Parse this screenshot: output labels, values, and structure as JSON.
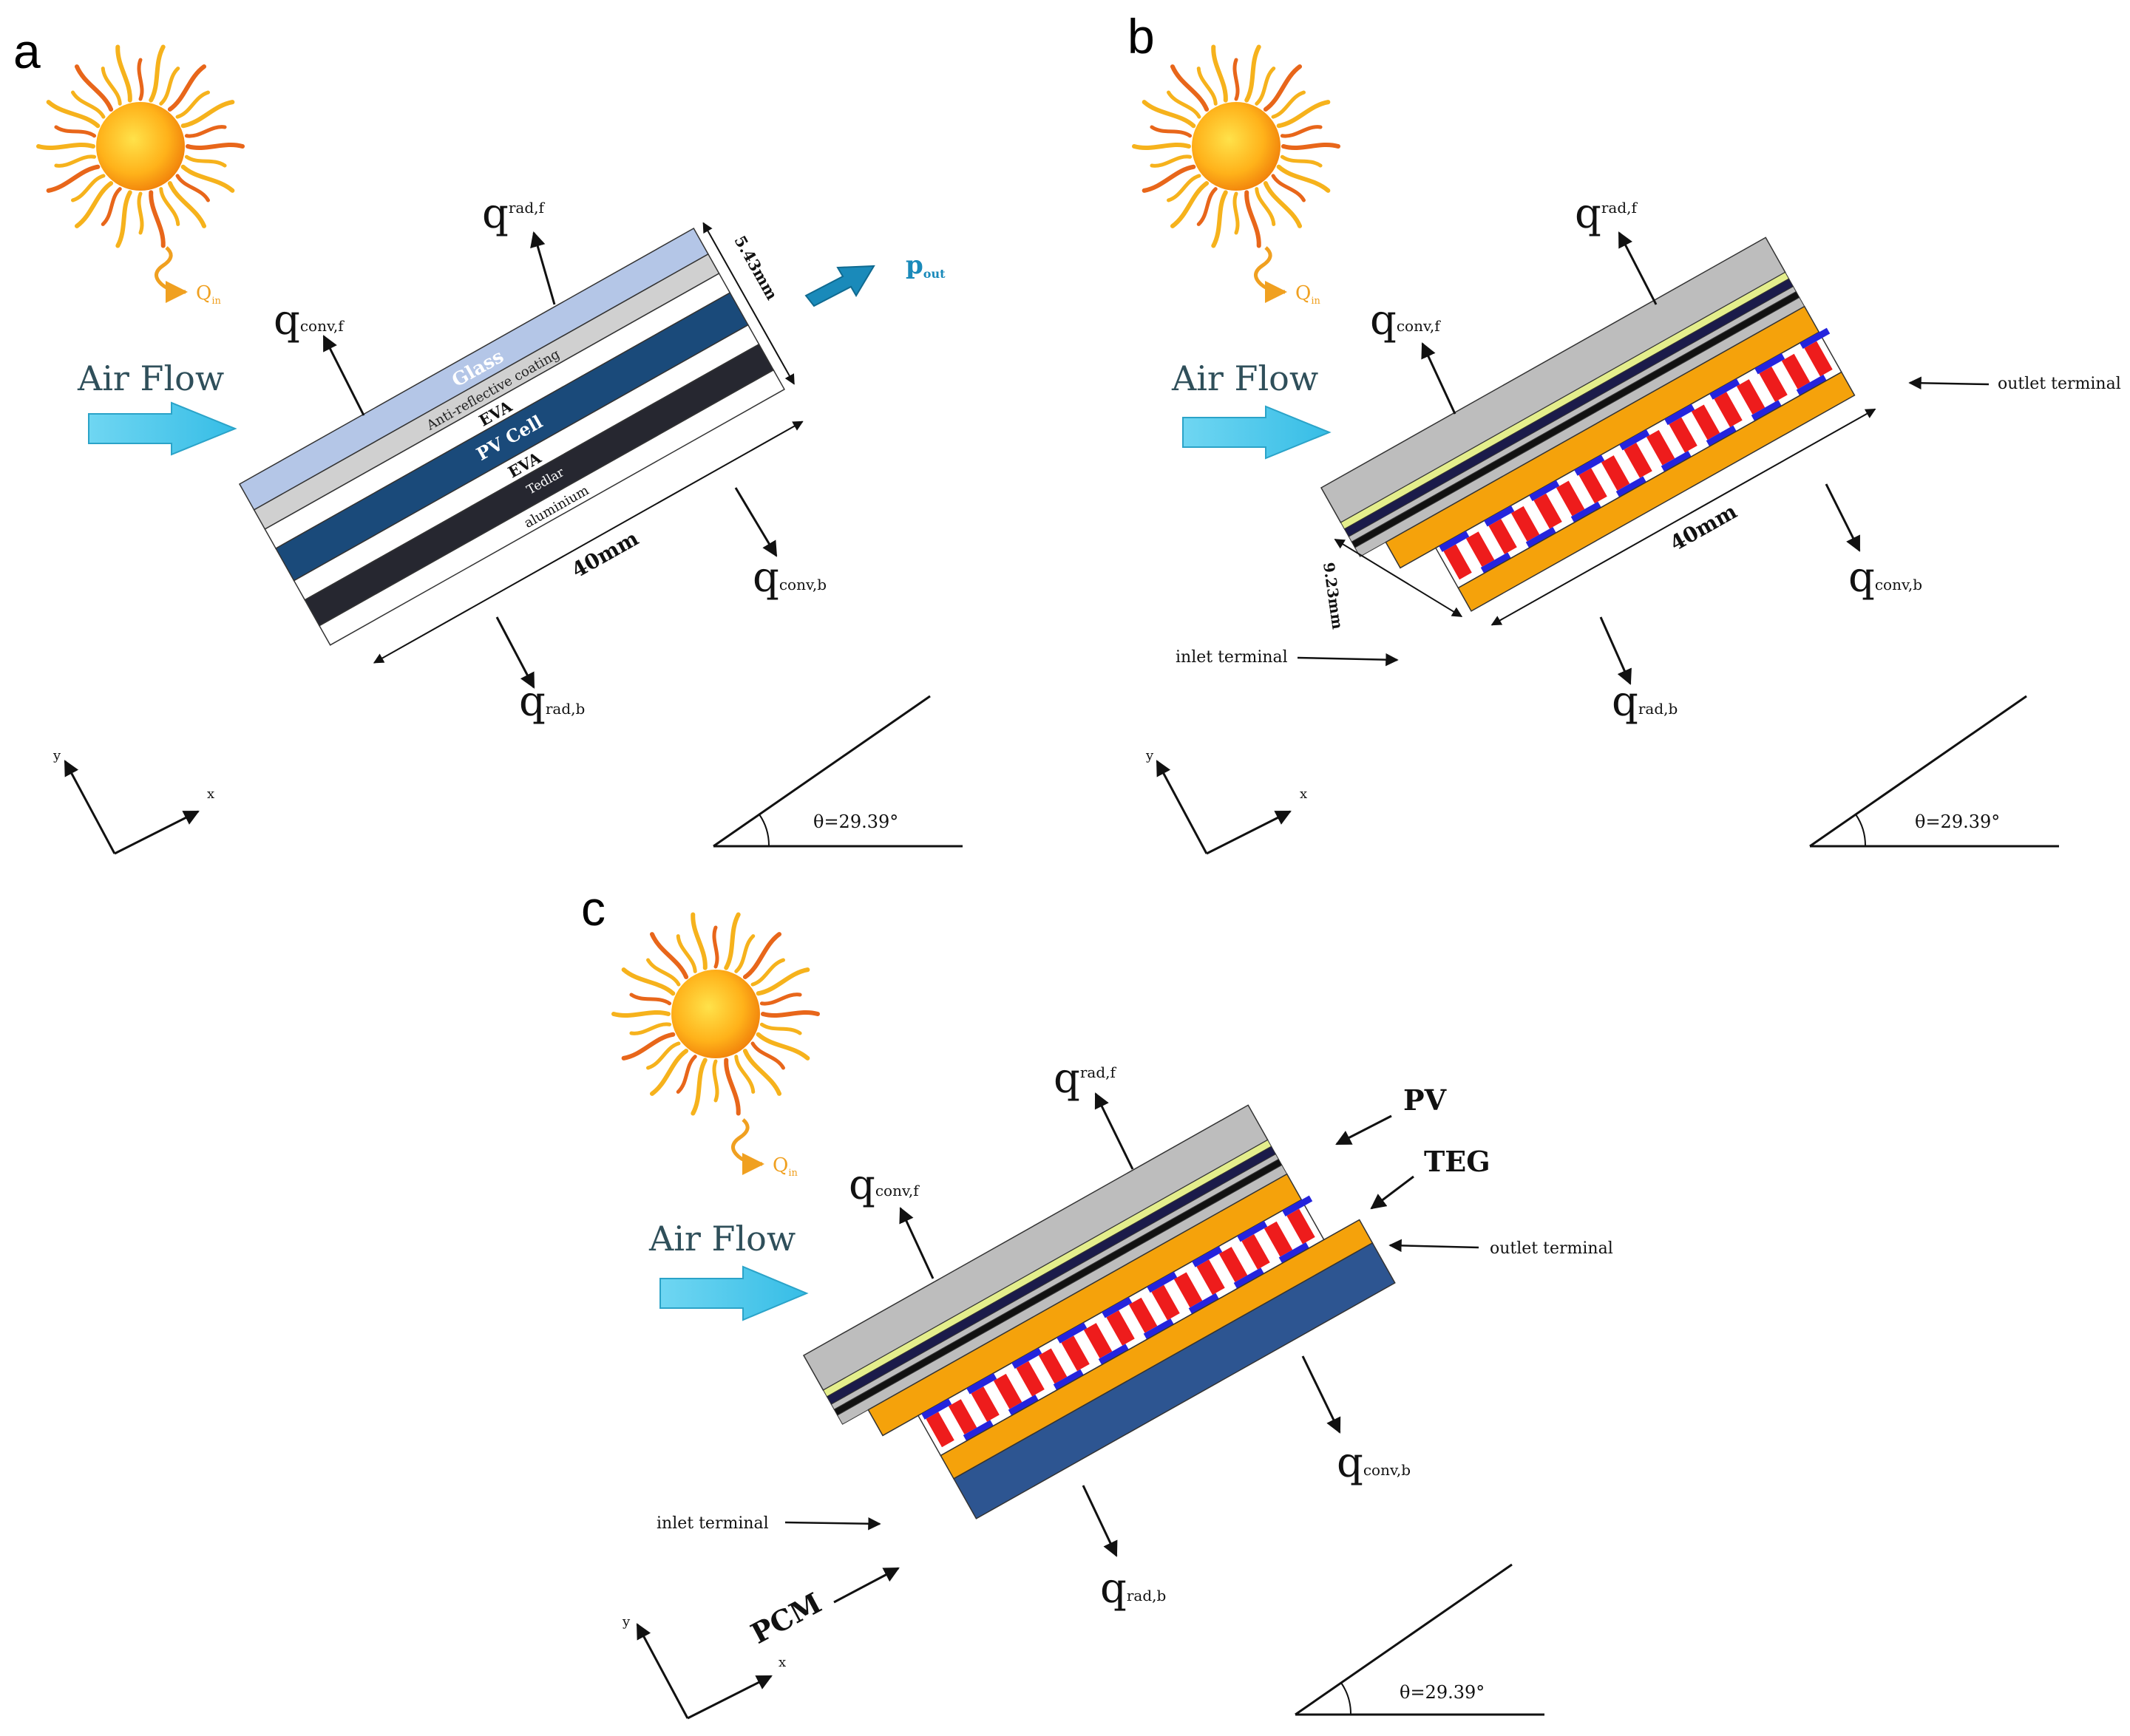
{
  "colors": {
    "glass": "#b4c6e7",
    "coating": "#d0d0d0",
    "eva": "#ffffff",
    "pv_cell": "#1a4a7a",
    "tedlar": "#262730",
    "aluminium": "#ffffff",
    "gray_layer": "#bdbdbd",
    "yellow_film": "#e4ee8c",
    "navy_film": "#1b1b4a",
    "orange": "#f5a20b",
    "teg_red": "#ee1c1c",
    "teg_blue": "#2424dd",
    "pcm": "#2d5591",
    "airflow_arrow": "#4cc9ea",
    "airflow_text": "#2f4f5a",
    "q_in": "#f0a020",
    "pout": "#1a8aba"
  },
  "panels": [
    {
      "letter": "a",
      "air_flow": "Air Flow",
      "q_in_symbol": "Q",
      "q_in_sub": "in",
      "q_rad_f": "q",
      "q_rad_f_sub": "rad,f",
      "q_conv_f": "q",
      "q_conv_f_sub": "conv,f",
      "q_conv_b": "q",
      "q_conv_b_sub": "conv,b",
      "q_rad_b": "q",
      "q_rad_b_sub": "rad,b",
      "p_out": "p",
      "p_out_sub": "out",
      "layers": [
        "Glass",
        "Anti-reflective coating",
        "EVA",
        "PV Cell",
        "EVA",
        "Tedlar",
        "aluminium"
      ],
      "length": "40mm",
      "thickness": "5.43mm",
      "axis_x": "x",
      "axis_y": "y",
      "angle": "θ=29.39°"
    },
    {
      "letter": "b",
      "air_flow": "Air Flow",
      "q_in_symbol": "Q",
      "q_in_sub": "in",
      "q_rad_f": "q",
      "q_rad_f_sub": "rad,f",
      "q_conv_f": "q",
      "q_conv_f_sub": "conv,f",
      "q_conv_b": "q",
      "q_conv_b_sub": "conv,b",
      "q_rad_b": "q",
      "q_rad_b_sub": "rad,b",
      "outlet": "outlet terminal",
      "inlet": "inlet terminal",
      "length": "40mm",
      "thickness": "9.23mm",
      "axis_x": "x",
      "axis_y": "y",
      "angle": "θ=29.39°"
    },
    {
      "letter": "c",
      "air_flow": "Air Flow",
      "q_in_symbol": "Q",
      "q_in_sub": "in",
      "q_rad_f": "q",
      "q_rad_f_sub": "rad,f",
      "q_conv_f": "q",
      "q_conv_f_sub": "conv,f",
      "q_conv_b": "q",
      "q_conv_b_sub": "conv,b",
      "q_rad_b": "q",
      "q_rad_b_sub": "rad,b",
      "pv": "PV",
      "teg": "TEG",
      "outlet": "outlet terminal",
      "inlet": "inlet terminal",
      "pcm": "PCM",
      "axis_x": "x",
      "axis_y": "y",
      "angle": "θ=29.39°"
    }
  ]
}
